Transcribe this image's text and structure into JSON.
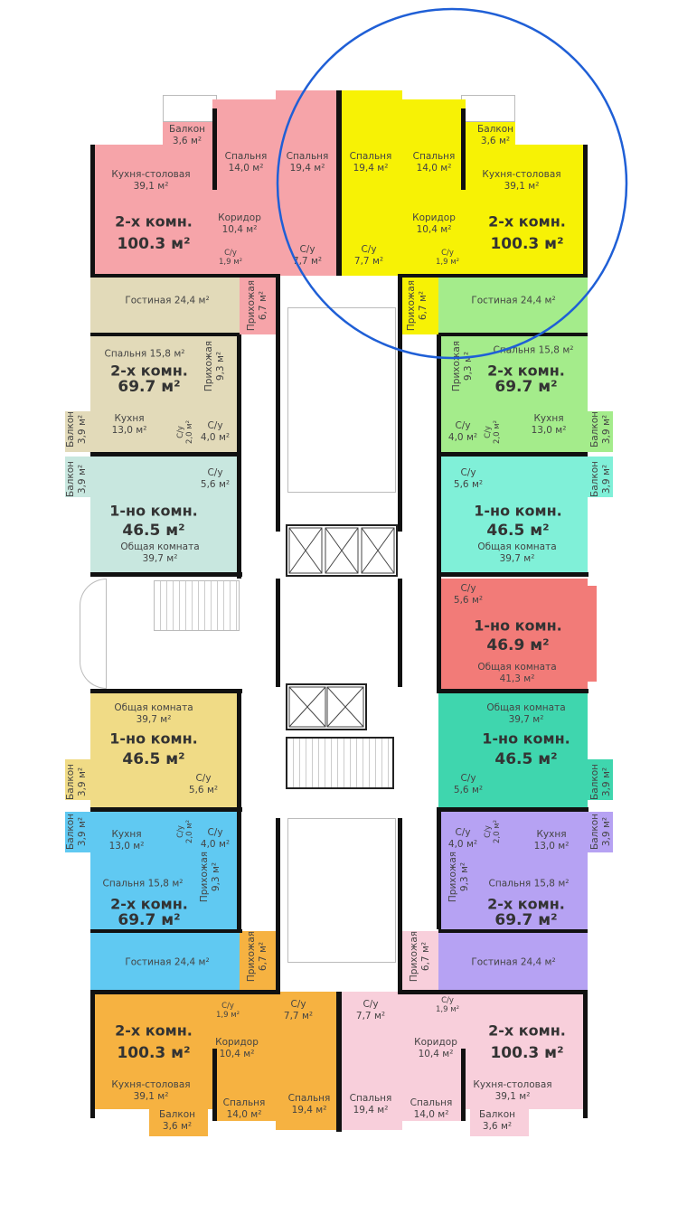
{
  "plan": {
    "highlight_color": "#1f5fd6",
    "apartments": [
      {
        "type": "2-х комн.",
        "area": "100.3 м²",
        "color": "#f6a4a9",
        "rooms": [
          {
            "name": "Балкон",
            "area": "3,6 м²"
          },
          {
            "name": "Кухня-столовая",
            "area": "39,1 м²"
          },
          {
            "name": "Спальня",
            "area": "14,0 м²"
          },
          {
            "name": "Спальня",
            "area": "19,4 м²"
          },
          {
            "name": "Коридор",
            "area": "10,4 м²"
          },
          {
            "name": "С/у",
            "area": "1,9 м²"
          },
          {
            "name": "С/у",
            "area": "7,7 м²"
          },
          {
            "name": "Прихожая",
            "area": "6,7 м²"
          }
        ]
      },
      {
        "type": "2-х комн.",
        "area": "100.3 м²",
        "color": "#f7f205",
        "rooms": [
          {
            "name": "Спальня",
            "area": "19,4 м²"
          },
          {
            "name": "Спальня",
            "area": "14,0 м²"
          },
          {
            "name": "Балкон",
            "area": "3,6 м²"
          },
          {
            "name": "Кухня-столовая",
            "area": "39,1 м²"
          },
          {
            "name": "Коридор",
            "area": "10,4 м²"
          },
          {
            "name": "С/у",
            "area": "1,9 м²"
          },
          {
            "name": "С/у",
            "area": "7,7 м²"
          },
          {
            "name": "Прихожая",
            "area": "6,7 м²"
          }
        ]
      },
      {
        "type": "2-х комн.",
        "area": "69.7 м²",
        "color": "#e2dab9",
        "rooms": [
          {
            "name": "Гостиная",
            "area": "24,4 м²"
          },
          {
            "name": "Спальня",
            "area": "15,8 м²"
          },
          {
            "name": "Прихожая",
            "area": "9,3 м²"
          },
          {
            "name": "Кухня",
            "area": "13,0 м²"
          },
          {
            "name": "С/у",
            "area": "2,0 м²"
          },
          {
            "name": "С/у",
            "area": "4,0 м²"
          },
          {
            "name": "Балкон",
            "area": "3,9 м²"
          }
        ]
      },
      {
        "type": "2-х комн.",
        "area": "69.7 м²",
        "color": "#a4ec8b",
        "rooms": [
          {
            "name": "Гостиная",
            "area": "24,4 м²"
          },
          {
            "name": "Спальня",
            "area": "15,8 м²"
          },
          {
            "name": "Прихожая",
            "area": "9,3 м²"
          },
          {
            "name": "Кухня",
            "area": "13,0 м²"
          },
          {
            "name": "С/у",
            "area": "2,0 м²"
          },
          {
            "name": "С/у",
            "area": "4,0 м²"
          },
          {
            "name": "Балкон",
            "area": "3,9 м²"
          }
        ]
      },
      {
        "type": "1-но комн.",
        "area": "46.5 м²",
        "color": "#c8e7df",
        "rooms": [
          {
            "name": "С/у",
            "area": "5,6 м²"
          },
          {
            "name": "Балкон",
            "area": "3,9 м²"
          },
          {
            "name": "Общая комната",
            "area": "39,7 м²"
          }
        ]
      },
      {
        "type": "1-но комн.",
        "area": "46.5 м²",
        "color": "#80f0d8",
        "rooms": [
          {
            "name": "С/у",
            "area": "5,6 м²"
          },
          {
            "name": "Балкон",
            "area": "3,9 м²"
          },
          {
            "name": "Общая комната",
            "area": "39,7 м²"
          }
        ]
      },
      {
        "type": "1-но комн.",
        "area": "46.9 м²",
        "color": "#f27b78",
        "rooms": [
          {
            "name": "С/у",
            "area": "5,6 м²"
          },
          {
            "name": "Общая комната",
            "area": "41,3 м²"
          }
        ]
      },
      {
        "type": "1-но комн.",
        "area": "46.5 м²",
        "color": "#f0db86",
        "rooms": [
          {
            "name": "Общая комната",
            "area": "39,7 м²"
          },
          {
            "name": "С/у",
            "area": "5,6 м²"
          },
          {
            "name": "Балкон",
            "area": "3,9 м²"
          }
        ]
      },
      {
        "type": "1-но комн.",
        "area": "46.5 м²",
        "color": "#3fd6ae",
        "rooms": [
          {
            "name": "Общая комната",
            "area": "39,7 м²"
          },
          {
            "name": "С/у",
            "area": "5,6 м²"
          },
          {
            "name": "Балкон",
            "area": "3,9 м²"
          }
        ]
      },
      {
        "type": "2-х комн.",
        "area": "69.7 м²",
        "color": "#60c9f2",
        "rooms": [
          {
            "name": "Кухня",
            "area": "13,0 м²"
          },
          {
            "name": "С/у",
            "area": "2,0 м²"
          },
          {
            "name": "С/у",
            "area": "4,0 м²"
          },
          {
            "name": "Балкон",
            "area": "3,9 м²"
          },
          {
            "name": "Спальня",
            "area": "15,8 м²"
          },
          {
            "name": "Прихожая",
            "area": "9,3 м²"
          },
          {
            "name": "Гостиная",
            "area": "24,4 м²"
          }
        ]
      },
      {
        "type": "2-х комн.",
        "area": "69.7 м²",
        "color": "#b6a2f3",
        "rooms": [
          {
            "name": "С/у",
            "area": "4,0 м²"
          },
          {
            "name": "С/у",
            "area": "2,0 м²"
          },
          {
            "name": "Кухня",
            "area": "13,0 м²"
          },
          {
            "name": "Балкон",
            "area": "3,9 м²"
          },
          {
            "name": "Спальня",
            "area": "15,8 м²"
          },
          {
            "name": "Прихожая",
            "area": "9,3 м²"
          },
          {
            "name": "Гостиная",
            "area": "24,4 м²"
          }
        ]
      },
      {
        "type": "2-х комн.",
        "area": "100.3 м²",
        "color": "#f6b241",
        "rooms": [
          {
            "name": "С/у",
            "area": "1,9 м²"
          },
          {
            "name": "С/у",
            "area": "7,7 м²"
          },
          {
            "name": "Коридор",
            "area": "10,4 м²"
          },
          {
            "name": "Кухня-столовая",
            "area": "39,1 м²"
          },
          {
            "name": "Спальня",
            "area": "14,0 м²"
          },
          {
            "name": "Спальня",
            "area": "19,4 м²"
          },
          {
            "name": "Прихожая",
            "area": "6,7 м²"
          },
          {
            "name": "Балкон",
            "area": "3,6 м²"
          }
        ]
      },
      {
        "type": "2-х комн.",
        "area": "100.3 м²",
        "color": "#f8cfdb",
        "rooms": [
          {
            "name": "С/у",
            "area": "7,7 м²"
          },
          {
            "name": "С/у",
            "area": "1,9 м²"
          },
          {
            "name": "Коридор",
            "area": "10,4 м²"
          },
          {
            "name": "Спальня",
            "area": "19,4 м²"
          },
          {
            "name": "Спальня",
            "area": "14,0 м²"
          },
          {
            "name": "Кухня-столовая",
            "area": "39,1 м²"
          },
          {
            "name": "Балкон",
            "area": "3,6 м²"
          },
          {
            "name": "Прихожая",
            "area": "6,7 м²"
          }
        ]
      }
    ]
  }
}
